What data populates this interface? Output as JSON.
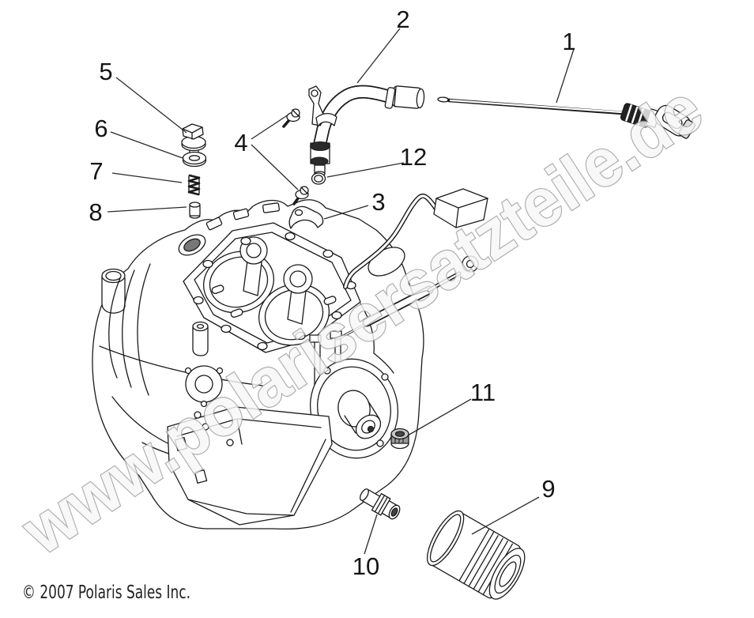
{
  "watermark": {
    "text": "www.polarisersatzteile.de",
    "fill": "#f7f7f7",
    "outline": "#9c9c9c"
  },
  "footer": {
    "copyright": "© 2007 Polaris Sales Inc."
  },
  "colors": {
    "background": "#ffffff",
    "line": "#1a1a1a",
    "callout": "#151515"
  },
  "callouts": [
    {
      "number": "1",
      "part": "oil-dipstick"
    },
    {
      "number": "2",
      "part": "oil-fill-tube"
    },
    {
      "number": "3",
      "part": "bracket"
    },
    {
      "number": "4",
      "part": "mounting-screws"
    },
    {
      "number": "5",
      "part": "flange-bolt"
    },
    {
      "number": "6",
      "part": "washer"
    },
    {
      "number": "7",
      "part": "spring"
    },
    {
      "number": "8",
      "part": "dowel-pin"
    },
    {
      "number": "9",
      "part": "oil-filter"
    },
    {
      "number": "10",
      "part": "oil-fitting"
    },
    {
      "number": "11",
      "part": "plug"
    },
    {
      "number": "12",
      "part": "o-ring"
    }
  ]
}
